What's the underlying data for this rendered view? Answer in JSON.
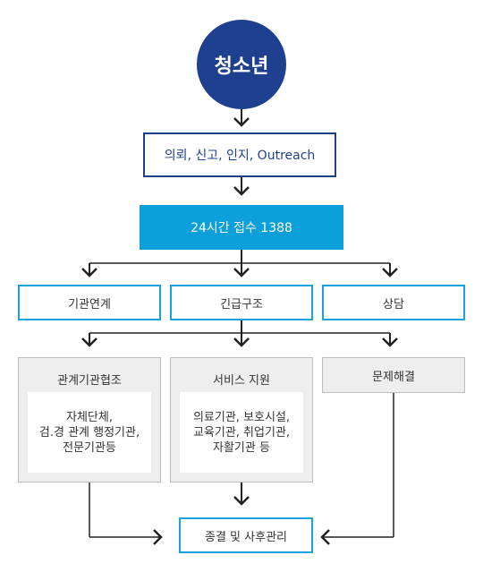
{
  "start": {
    "label": "청소년"
  },
  "intake": {
    "label": "의뢰, 신고, 인지, Outreach"
  },
  "hotline": {
    "label": "24시간 접수 1388"
  },
  "branches": {
    "left": {
      "label": "기관연계"
    },
    "middle": {
      "label": "긴급구조"
    },
    "right": {
      "label": "상담"
    }
  },
  "actions": {
    "left": {
      "title": "관계기관협조",
      "detail": "자체단체,\n검.경 관계 행정기관,\n전문기관등"
    },
    "middle": {
      "title": "서비스 지원",
      "detail": "의료기관, 보호시설,\n교육기관, 취업기관,\n자활기관 등"
    },
    "right": {
      "title": "문제해결"
    }
  },
  "end": {
    "label": "종결 및 사후관리"
  },
  "colors": {
    "navy": "#1f3f8f",
    "cyan": "#0d9fda",
    "gray_box": "#eeeeee",
    "line": "#222222"
  }
}
